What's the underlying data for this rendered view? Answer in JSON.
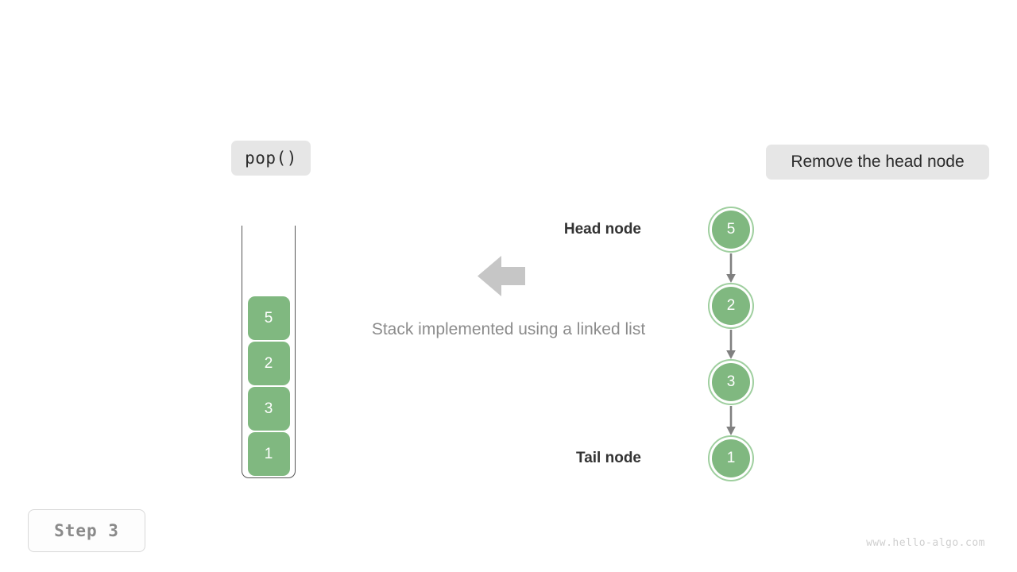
{
  "operation": {
    "label": "pop()"
  },
  "action": {
    "label": "Remove the head node"
  },
  "caption": {
    "text": "Stack implemented using a linked list"
  },
  "step": {
    "label": "Step 3"
  },
  "watermark": {
    "text": "www.hello-algo.com"
  },
  "stack": {
    "cells": [
      {
        "value": "5"
      },
      {
        "value": "2"
      },
      {
        "value": "3"
      },
      {
        "value": "1"
      }
    ]
  },
  "linked_list": {
    "head_label": "Head node",
    "tail_label": "Tail node",
    "nodes": [
      {
        "value": "5"
      },
      {
        "value": "2"
      },
      {
        "value": "3"
      },
      {
        "value": "1"
      }
    ]
  },
  "colors": {
    "node_fill": "#80b880",
    "node_ring": "#9fcf9f",
    "pill_bg": "#e6e6e6",
    "arrow_gray": "#c6c6c6",
    "connector_gray": "#808080",
    "caption_gray": "#8c8c8c",
    "label_dark": "#333333"
  },
  "icons": {
    "flow_arrow": "left-arrow-icon",
    "connector": "down-arrow-icon"
  }
}
